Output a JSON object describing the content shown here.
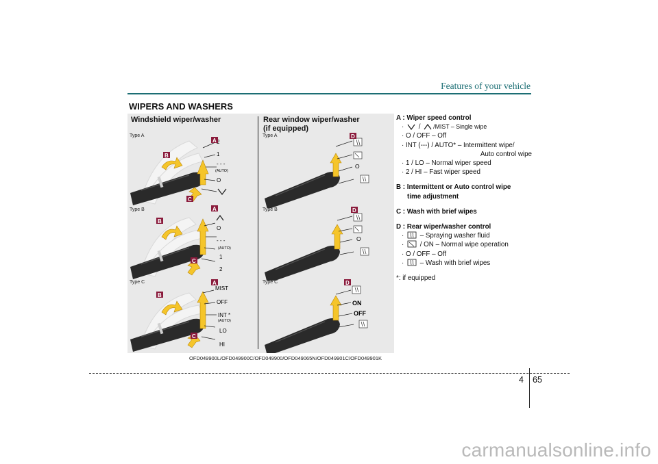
{
  "header": {
    "title": "Features of your vehicle"
  },
  "section_title": "WIPERS AND WASHERS",
  "figure": {
    "windshield_heading": "Windshield wiper/washer",
    "rear_heading_line1": "Rear window wiper/washer",
    "rear_heading_line2": "(if equipped)",
    "windshield_type_a": {
      "type_label": "Type A",
      "callouts": [
        "A",
        "B",
        "C"
      ],
      "positions": [
        "2",
        "1",
        "(AUTO)",
        "O"
      ]
    },
    "windshield_type_b": {
      "type_label": "Type B",
      "callouts": [
        "A",
        "B",
        "C"
      ],
      "positions": [
        "O",
        "(AUTO)",
        "1",
        "2"
      ]
    },
    "windshield_type_c": {
      "type_label": "Type C",
      "callouts": [
        "A",
        "B",
        "C"
      ],
      "positions": [
        "MIST",
        "OFF",
        "INT",
        "(AUTO)",
        "LO",
        "HI"
      ],
      "asterisk": "*"
    },
    "rear_type_a": {
      "type_label": "Type A",
      "callout": "D",
      "positions": [
        "O"
      ]
    },
    "rear_type_b": {
      "type_label": "Type B",
      "callout": "D",
      "positions": [
        "O"
      ]
    },
    "rear_type_c": {
      "type_label": "Type C",
      "callout": "D",
      "positions": [
        "ON",
        "OFF"
      ]
    },
    "caption": "OFD049900L/OFD049900C/OFD049900/OFD049065N/OFD049901C/OFD049901K"
  },
  "legend": {
    "a_head": "A : Wiper speed control",
    "a_mist": "/MIST – Single wipe",
    "a_off": "· O / OFF – Off",
    "a_int": "· INT (---) / AUTO* – Intermittent wipe/",
    "a_int_cont": "Auto control wipe",
    "a_lo": "· 1 / LO – Normal wiper speed",
    "a_hi": "· 2 / HI – Fast wiper speed",
    "b_head_line1": "B : Intermittent or Auto control wipe",
    "b_head_line2": "time adjustment",
    "c_head": "C : Wash with brief wipes",
    "d_head": "D : Rear wiper/washer control",
    "d_spray": "– Spraying washer fluid",
    "d_on": "/ ON – Normal wipe operation",
    "d_off": "· O / OFF – Off",
    "d_wash": "– Wash with brief wipes",
    "footnote": "*: if equipped"
  },
  "footer": {
    "chapter": "4",
    "page": "65"
  },
  "watermark": "carmanualsonline.info",
  "colors": {
    "accent": "#1c6e74",
    "callout": "#8a1b3c",
    "arrow": "#f5c52a"
  },
  "icons": [
    "wiper-down-chevron-icon",
    "wiper-up-chevron-icon",
    "washer-spray-icon",
    "wiper-icon",
    "rear-wash-icon"
  ]
}
